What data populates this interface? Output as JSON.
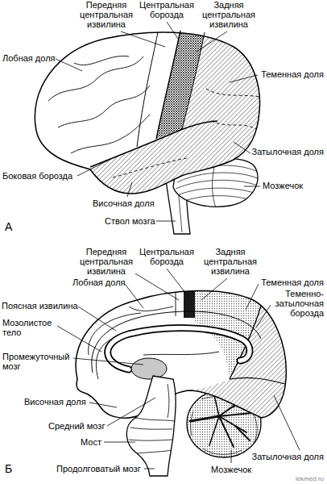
{
  "diagram": {
    "labels": [
      "Передняя центральная извилина",
      "Центральная борозда",
      "Задняя центральная извилина",
      "Лобная доля",
      "Теменная доля",
      "Затылочная доля",
      "Боковая борозда",
      "Височная доля",
      "Мозжечок",
      "Ствол мозга",
      "А",
      "Передняя центральная извилина",
      "Центральная борозда",
      "Задняя центральная извилина",
      "Лобная доля",
      "Поясная извилина",
      "Теменная доля",
      "Теменно-затылочная борозда",
      "Мозолистое тело",
      "Промежуточный мозг",
      "Височная доля",
      "Затылочная доля",
      "Средний мозг",
      "Мост",
      "Продолговатый мозг",
      "Мозжечок",
      "Б",
      "lekmed.ru"
    ]
  }
}
